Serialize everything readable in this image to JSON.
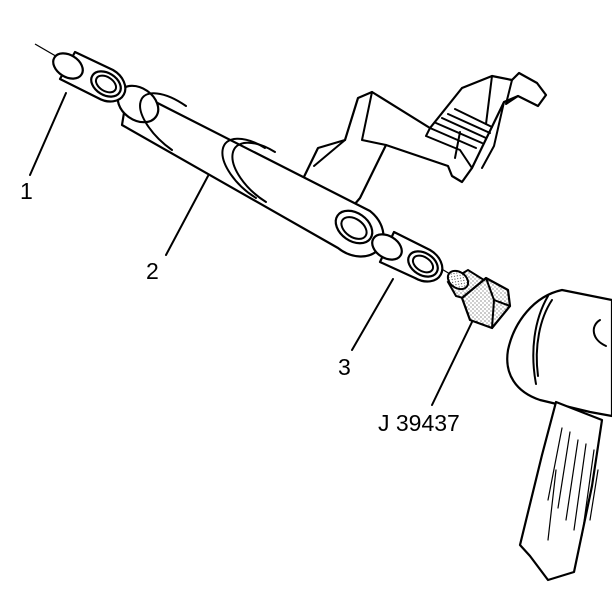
{
  "callouts": {
    "part1": "1",
    "part2": "2",
    "part3": "3",
    "tool": "J 39437"
  }
}
